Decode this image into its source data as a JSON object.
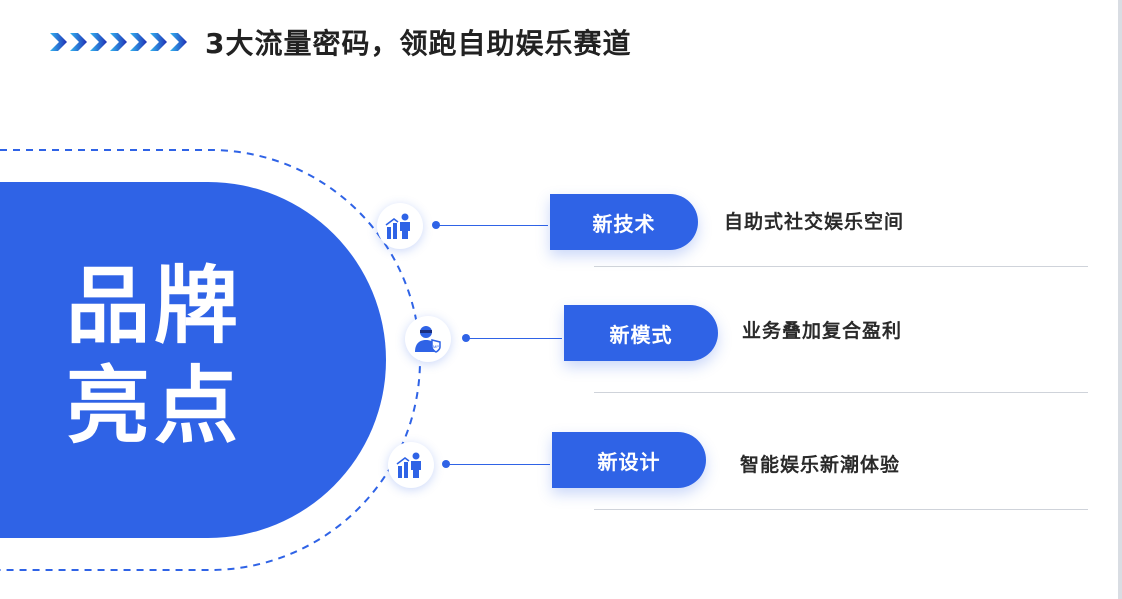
{
  "header": {
    "title": "3大流量密码，领跑自助娱乐赛道"
  },
  "brand": {
    "title_line1": "品牌",
    "title_line2": "亮点"
  },
  "items": [
    {
      "tag": "新技术",
      "description": "自助式社交娱乐空间",
      "icon": "people-chart-icon"
    },
    {
      "tag": "新模式",
      "description": "业务叠加复合盈利",
      "icon": "user-shield-icon"
    },
    {
      "tag": "新设计",
      "description": "智能娱乐新潮体验",
      "icon": "people-chart-icon"
    }
  ],
  "colors": {
    "accent": "#2f63e6",
    "arrow_light": "#35b6f0",
    "arrow_dark": "#1f2fb5",
    "text": "#222222"
  }
}
